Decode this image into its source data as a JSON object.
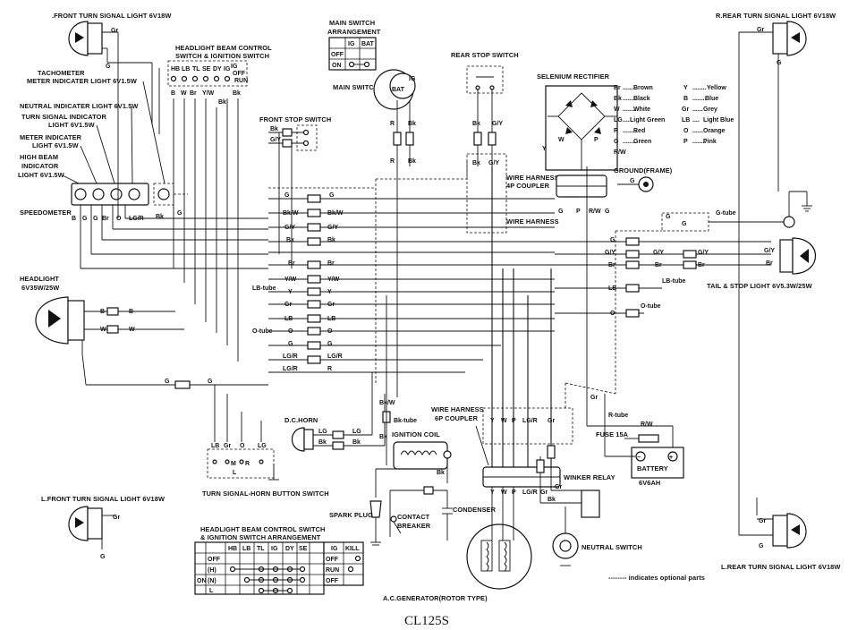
{
  "title": "CL125S",
  "labels": {
    "ft_signal_r": ".FRONT TURN SIGNAL LIGHT 6V18W",
    "rr_signal_r": "R.REAR TURN SIGNAL LIGHT 6V18W",
    "hl_ctrl": "HEADLIGHT BEAM CONTROL",
    "hl_ctrl2": "SWITCH & IGNITION SWITCH",
    "tacho": "TACHOMETER",
    "tacho2": "METER INDICATER LIGHT 6V1.5W",
    "neutral": "NEUTRAL INDICATER LIGHT 6V1.5W",
    "turn_ind": "TURN SIGNAL INDICATOR",
    "turn_ind2": "LIGHT 6V1.5W",
    "meter_ind": "METER INDICATER",
    "meter_ind2": "LIGHT 6V1.5W",
    "high_beam": "HIGH BEAM",
    "high_beam2": "INDICATOR",
    "high_beam3": "LIGHT 6V1.5W",
    "speedometer": "SPEEDOMETER",
    "headlight": "HEADLIGHT",
    "headlight2": "6V35W/25W",
    "main_sw_arr": "MAIN SWITCH",
    "main_sw_arr2": "ARRANGEMENT",
    "main_switch": "MAIN SWITCH",
    "front_stop": "FRONT STOP SWITCH",
    "rear_stop": "REAR STOP SWITCH",
    "selenium": "SELENIUM RECTIFIER",
    "harness4p": "WIRE HARNESS",
    "harness4p2": "4P COUPLER",
    "wire_harness": "WIRE HARNESS",
    "ground": "GROUND(FRAME)",
    "tail": "TAIL & STOP LIGHT 6V5.3W/25W",
    "lb_tube": "LB-tube",
    "lb_tube_r": "LB-tube",
    "o_tube": "O-tube",
    "o_tube_r": "O-tube",
    "g_tube": "G-tube",
    "r_tube": "R-tube",
    "bk_tube": "Bk-tube",
    "dc_horn": "D.C.HORN",
    "ign_coil": "IGNITION COIL",
    "harness6p": "WIRE HARNESS",
    "harness6p2": "6P COUPLER",
    "fuse": "FUSE 15A",
    "battery": "BATTERY",
    "battery2": "6V6AH",
    "winker": "WINKER RELAY",
    "turn_horn": "TURN SIGNAL-HORN BUTTON SWITCH",
    "lf_signal": "L.FRONT TURN SIGNAL LIGHT 6V18W",
    "hl_arr": "HEADLIGHT BEAM CONTROL SWITCH",
    "hl_arr2": "& IGNITION SWITCH ARRANGEMENT",
    "spark": "SPARK PLUG",
    "contact": "CONTACT",
    "contact2": "BREAKER",
    "condenser": "CONDENSER",
    "neutral_sw": "NEUTRAL SWITCH",
    "generator": "A.C.GENERATOR(ROTOR TYPE)",
    "optional": "-------- indicates optional parts",
    "lr_signal": "L.REAR TURN SIGNAL LIGHT 6V18W",
    "sw_off": "OFF",
    "sw_on": "ON",
    "sw_ig": "IG",
    "sw_bat": "BAT",
    "coil_sw_off": "OFF",
    "coil_sw_run": "RUN",
    "coil_sw_off2": "OFF"
  },
  "legend": [
    {
      "code": "Br",
      "name": "Brown"
    },
    {
      "code": "Bk",
      "name": "Black"
    },
    {
      "code": "W",
      "name": "White"
    },
    {
      "code": "LG",
      "name": "Light Green"
    },
    {
      "code": "R",
      "name": "Red"
    },
    {
      "code": "G",
      "name": "Green"
    },
    {
      "code": "Y",
      "name": "Yellow"
    },
    {
      "code": "B",
      "name": "Blue"
    },
    {
      "code": "Gr",
      "name": "Grey"
    },
    {
      "code": "LB",
      "name": "Light Blue"
    },
    {
      "code": "O",
      "name": "Orange"
    },
    {
      "code": "P",
      "name": "Pink"
    }
  ],
  "hl_switch_table": {
    "cols": [
      "HB",
      "LB",
      "TL",
      "IG",
      "DY",
      "SE"
    ],
    "rows": [
      "OFF",
      "(H)",
      "(N)",
      "L"
    ],
    "on_label": "ON",
    "kill_cols": [
      "IG",
      "KILL"
    ],
    "kill_rows": [
      "OFF",
      "RUN",
      "OFF"
    ]
  },
  "wire_codes": {
    "top_row": [
      "HB",
      "LB",
      "TL",
      "SE",
      "DY",
      "IG"
    ],
    "top_row2": [
      "B",
      "W",
      "Br",
      "Y/W",
      "Bk"
    ],
    "speedo_row": [
      "B",
      "G",
      "Br",
      "LG/R",
      "Bk"
    ],
    "harness_left": [
      "Bk/W",
      "G/Y",
      "Bk",
      "Br",
      "Y/W",
      "Y",
      "LB",
      "Gr",
      "O",
      "G",
      "LG/R",
      "LG/R"
    ],
    "harness_right": [
      "Bk/W",
      "G/Y",
      "Bk",
      "Br",
      "Y/W",
      "Y",
      "LB",
      "Gr",
      "O"
    ],
    "rear_right": [
      "G",
      "G/Y",
      "Br",
      "LB",
      "O"
    ],
    "coupler6p": [
      "Y",
      "W",
      "P",
      "LG/R",
      "Gr"
    ],
    "coupler4p": [
      "G",
      "P",
      "R/W"
    ],
    "tb_switch": [
      "LB",
      "Gr",
      "O",
      "LG"
    ]
  }
}
